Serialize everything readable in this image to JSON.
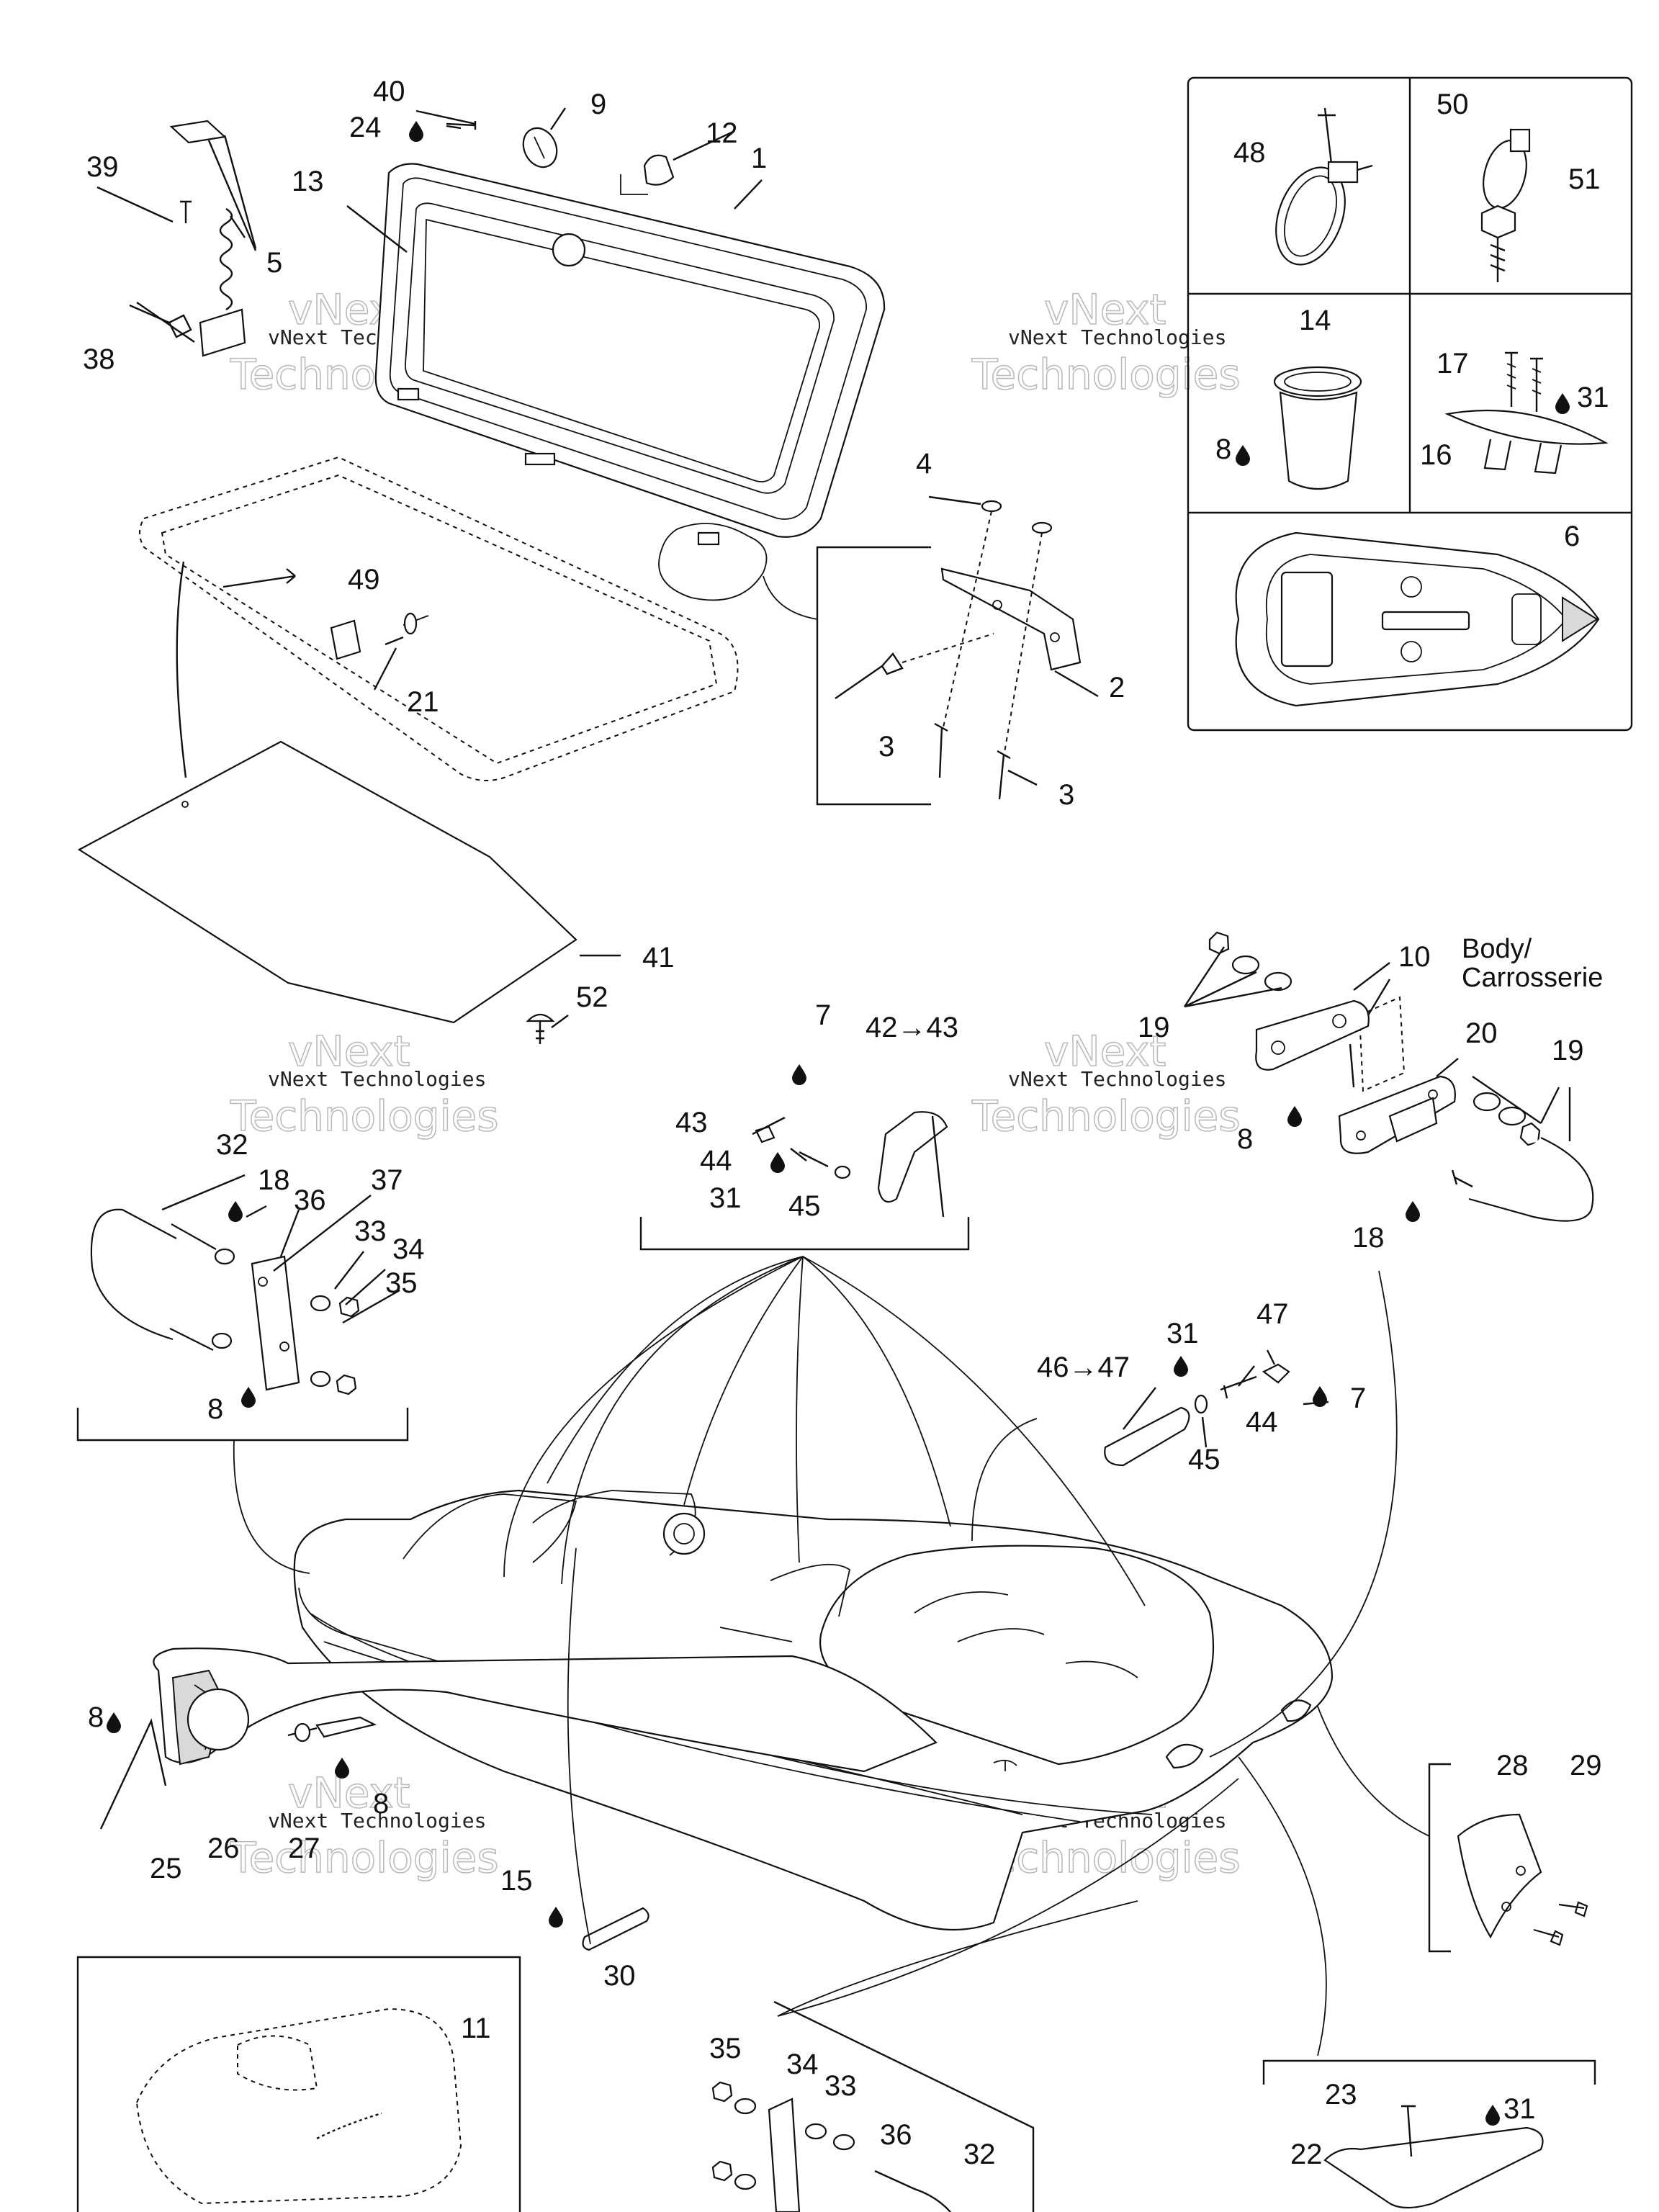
{
  "diagram": {
    "watermark": {
      "line1": "vNext Technologies",
      "line2": "vNext",
      "line3": "Technologies"
    },
    "labels": {
      "body": "Body/",
      "carrosserie": "Carrosserie"
    },
    "callouts": {
      "n1": "1",
      "n2": "2",
      "n3a": "3",
      "n3b": "3",
      "n4": "4",
      "n5": "5",
      "n6": "6",
      "n7a": "7",
      "n7b": "7",
      "n8a": "8",
      "n8b": "8",
      "n8c": "8",
      "n8d": "8",
      "n8e": "8",
      "n9": "9",
      "n10": "10",
      "n11": "11",
      "n12": "12",
      "n13": "13",
      "n14": "14",
      "n15": "15",
      "n16": "16",
      "n17": "17",
      "n18a": "18",
      "n18b": "18",
      "n19a": "19",
      "n19b": "19",
      "n20": "20",
      "n21": "21",
      "n22": "22",
      "n23": "23",
      "n24": "24",
      "n25": "25",
      "n26": "26",
      "n27": "27",
      "n28": "28",
      "n29": "29",
      "n30": "30",
      "n31a": "31",
      "n31b": "31",
      "n31c": "31",
      "n31d": "31",
      "n32a": "32",
      "n32b": "32",
      "n33a": "33",
      "n33b": "33",
      "n34a": "34",
      "n34b": "34",
      "n35a": "35",
      "n35b": "35",
      "n36a": "36",
      "n36b": "36",
      "n37": "37",
      "n38": "38",
      "n39": "39",
      "n40": "40",
      "n41": "41",
      "n42": "42→43",
      "n43": "43",
      "n44a": "44",
      "n44b": "44",
      "n45a": "45",
      "n45b": "45",
      "n46": "46→47",
      "n47": "47",
      "n48": "48",
      "n49": "49",
      "n50": "50",
      "n51": "51",
      "n52": "52"
    }
  }
}
